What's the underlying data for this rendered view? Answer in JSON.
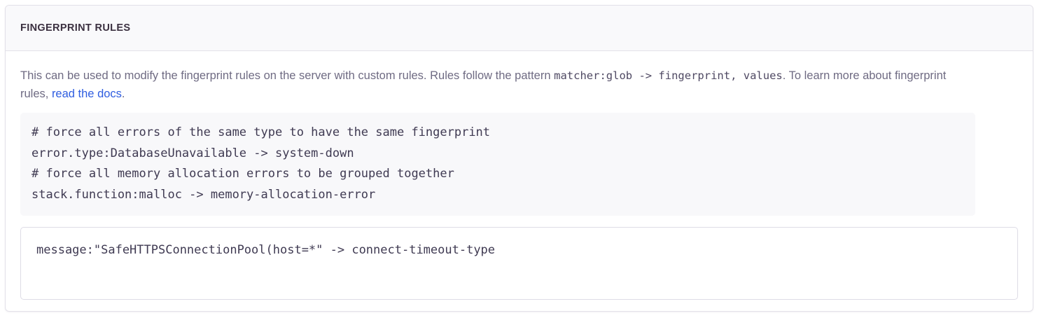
{
  "panel": {
    "title": "FINGERPRINT RULES",
    "description": {
      "part1": "This can be used to modify the fingerprint rules on the server with custom rules. Rules follow the pattern ",
      "inline_code": "matcher:glob -> fingerprint, values",
      "part2": ". To learn more about fingerprint rules, ",
      "link_text": "read the docs",
      "part3": "."
    },
    "example_code": "# force all errors of the same type to have the same fingerprint\nerror.type:DatabaseUnavailable -> system-down\n# force all memory allocation errors to be grouped together\nstack.function:malloc -> memory-allocation-error",
    "rules_input": {
      "value": "message:\"SafeHTTPSConnectionPool(host=*\" -> connect-timeout-type",
      "placeholder": ""
    }
  },
  "colors": {
    "link": "#2f5de0",
    "title": "#3b3040",
    "body_text": "#6f6b83",
    "code_text": "#3f3a52",
    "code_bg": "#f8f8fa",
    "panel_header_bg": "#f9f9fb",
    "border": "#e3e1e9"
  }
}
